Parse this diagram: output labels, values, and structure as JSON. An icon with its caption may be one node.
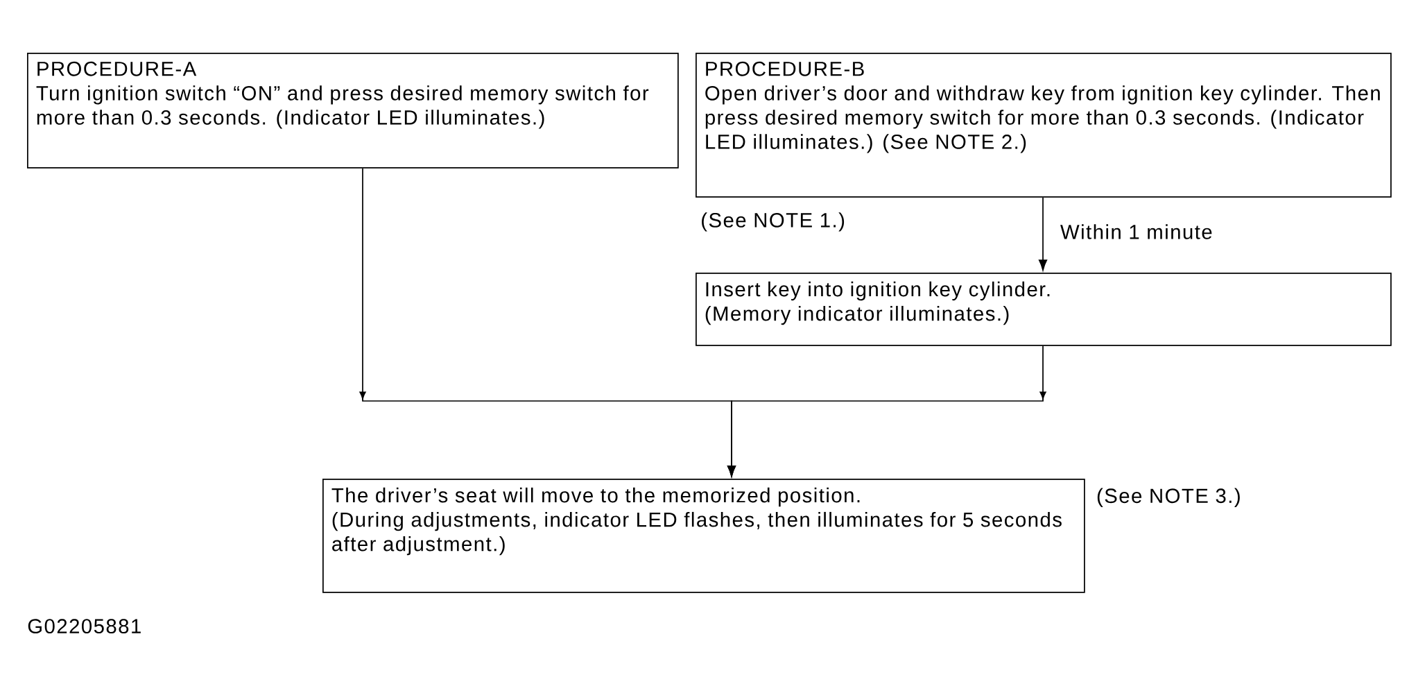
{
  "diagram": {
    "nodes": [
      {
        "text": [
          "PROCEDURE-A",
          "Turn ignition switch “ON” and press desired memory switch for more than 0.3 seconds. (Indicator LED illuminates.)"
        ]
      },
      {
        "text": [
          "PROCEDURE-B",
          "Open driver’s door and withdraw key from ignition key cylinder. Then press desired memory switch for more than 0.3 seconds. (Indicator LED illuminates.) (See NOTE 2.)"
        ]
      },
      {
        "text": [
          "Insert key into ignition key cylinder.",
          "(Memory indicator illuminates.)"
        ]
      },
      {
        "text": [
          "The driver’s seat will move to the memorized position.",
          "(During adjustments, indicator LED flashes, then illuminates for 5 seconds after adjustment.)"
        ],
        "beside": [
          "(See NOTE 3.)"
        ]
      }
    ],
    "edges": [
      {
        "from": 0,
        "to": 3,
        "arrow": "to"
      },
      {
        "from": 1,
        "to": 2,
        "arrow": "to",
        "label": "Within 1 minute"
      },
      {
        "from": 2,
        "to": 3,
        "arrow": "to"
      }
    ],
    "labels": [
      "(See NOTE 1.)",
      "G02205881"
    ]
  }
}
